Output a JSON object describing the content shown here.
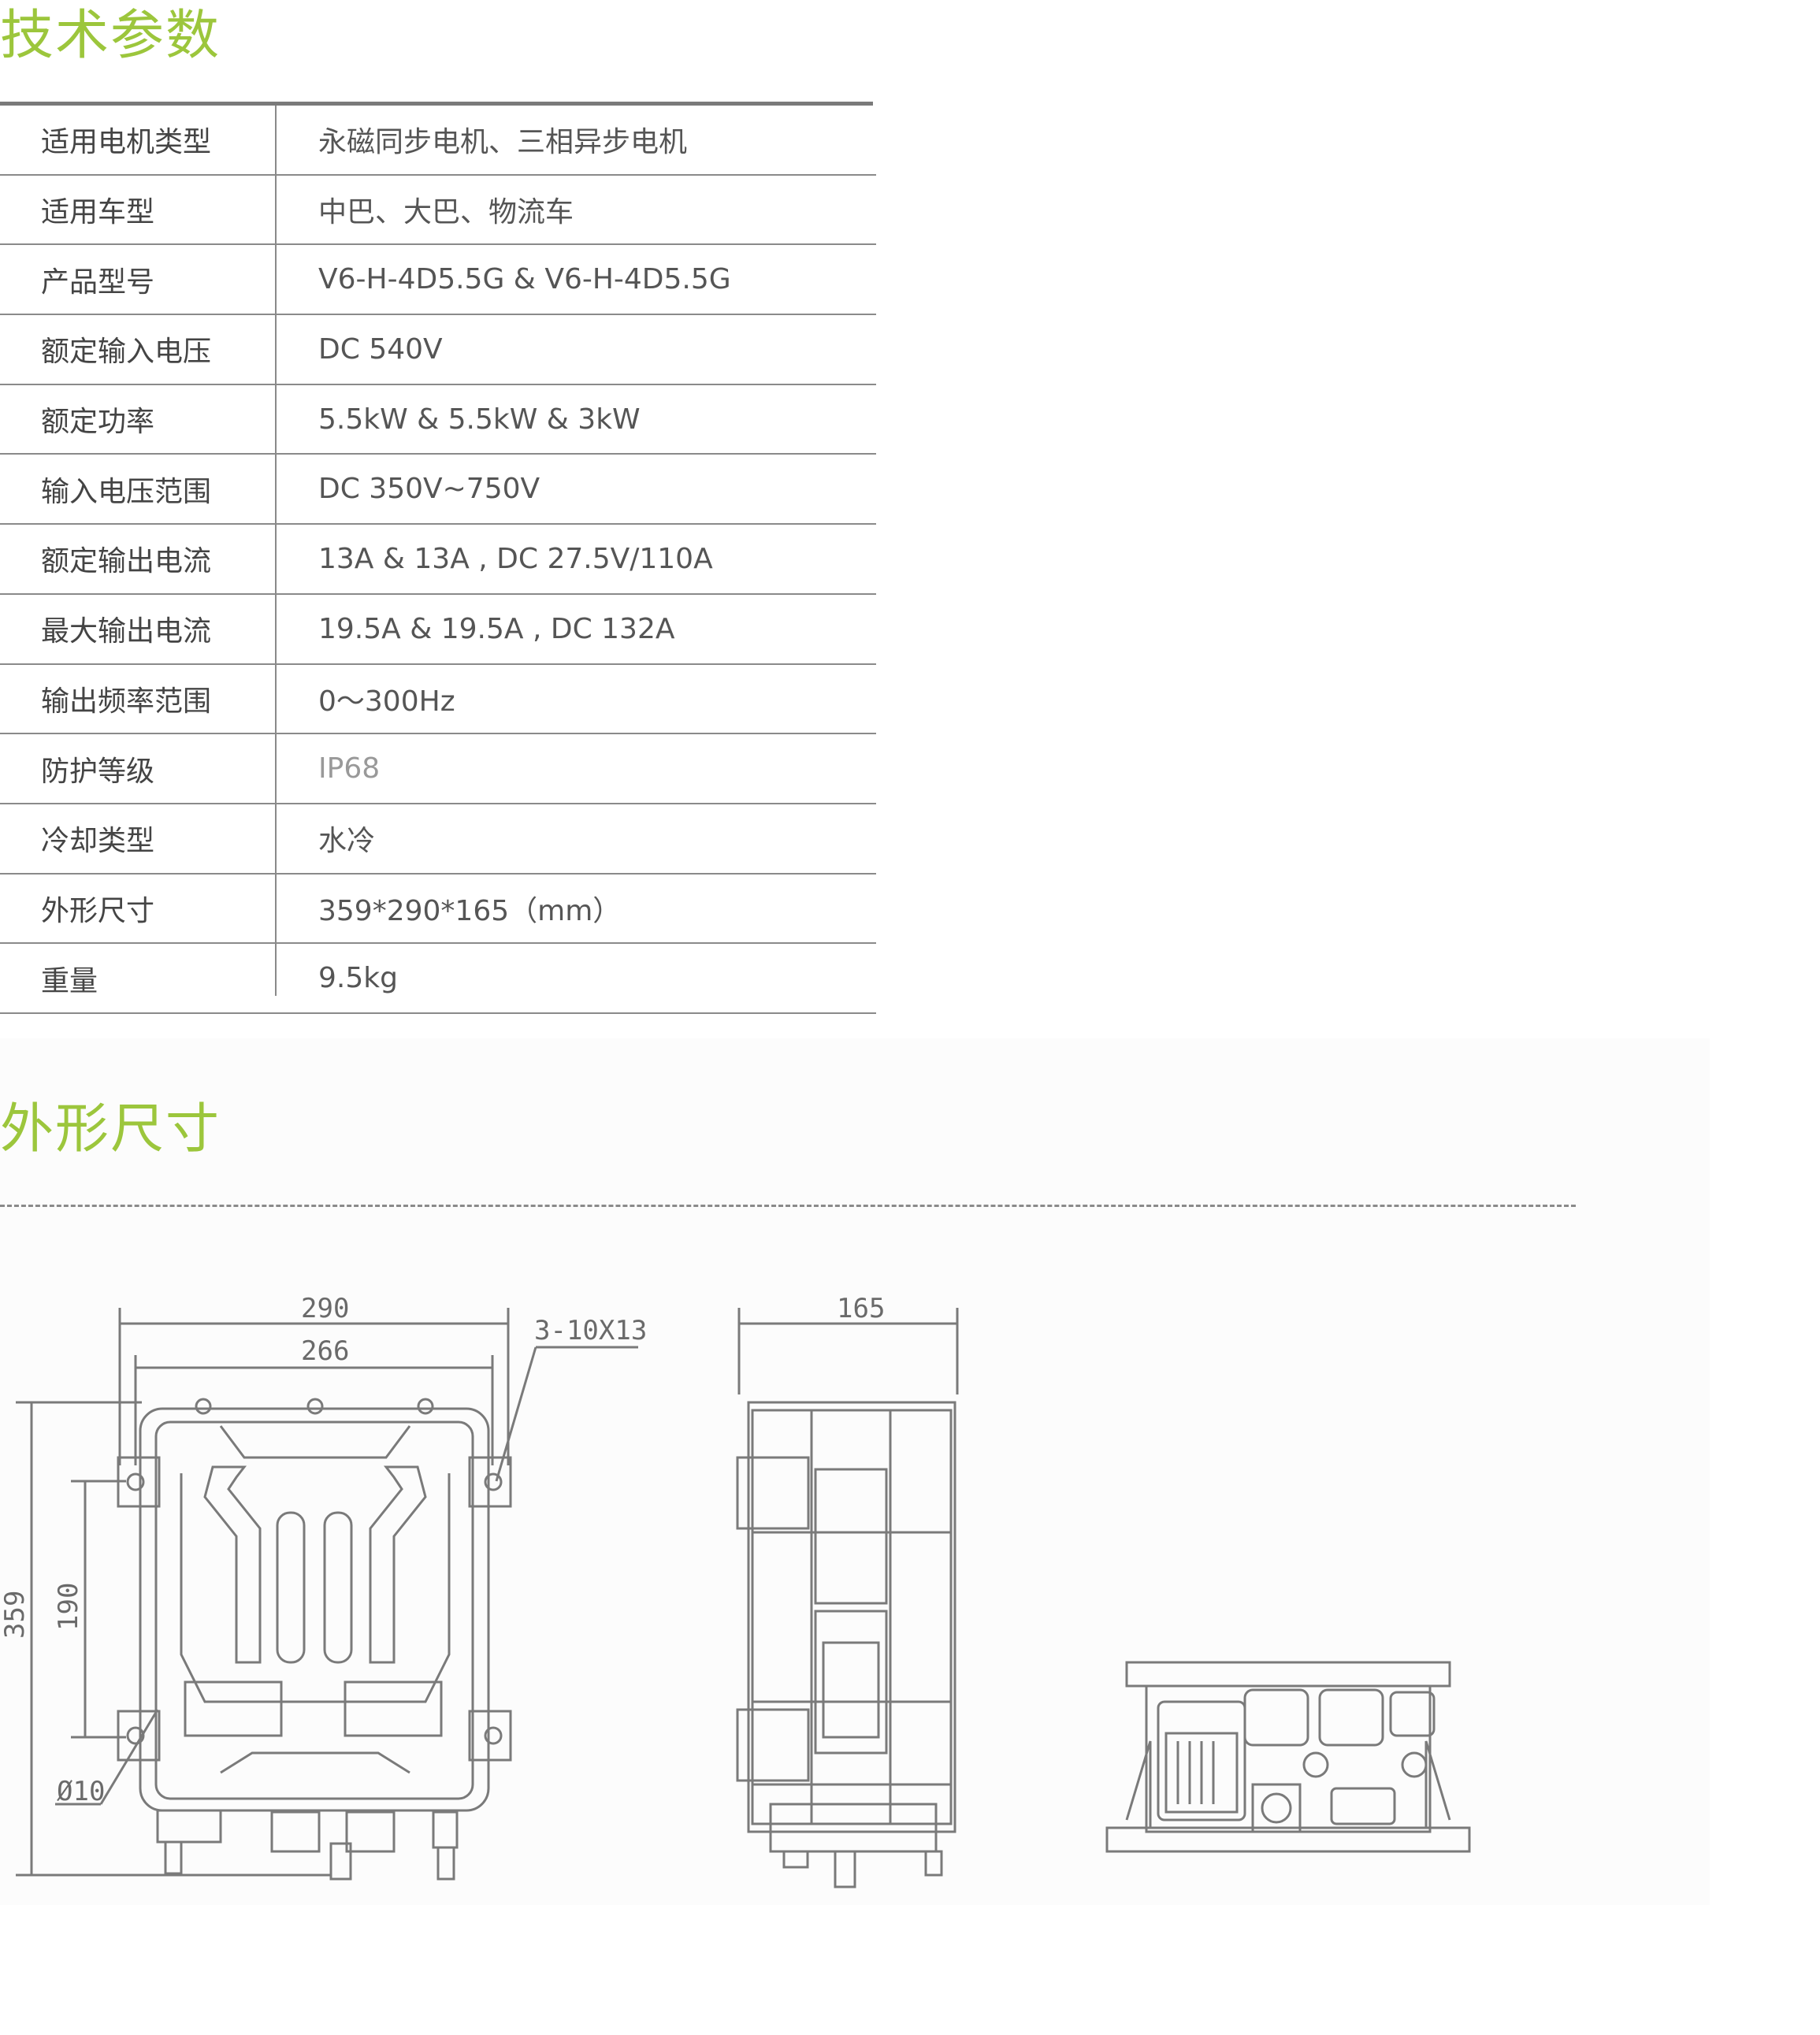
{
  "section1": {
    "title": "技术参数"
  },
  "specs": [
    {
      "label": "适用电机类型",
      "value": "永磁同步电机、三相异步电机"
    },
    {
      "label": "适用车型",
      "value": "中巴、大巴、物流车"
    },
    {
      "label": "产品型号",
      "value": "V6-H-4D5.5G & V6-H-4D5.5G"
    },
    {
      "label": "额定输入电压",
      "value": "DC  540V"
    },
    {
      "label": "额定功率",
      "value": "5.5kW & 5.5kW & 3kW"
    },
    {
      "label": "输入电压范围",
      "value": "DC  350V~750V"
    },
    {
      "label": "额定输出电流",
      "value": "13A & 13A , DC  27.5V/110A"
    },
    {
      "label": "最大输出电流",
      "value": "19.5A & 19.5A , DC 132A"
    },
    {
      "label": "输出频率范围",
      "value": "0～300Hz"
    },
    {
      "label": "防护等级",
      "value": "IP68"
    },
    {
      "label": "冷却类型",
      "value": "水冷"
    },
    {
      "label": "外形尺寸",
      "value": "359*290*165（mm）"
    },
    {
      "label": "重量",
      "value": "9.5kg"
    }
  ],
  "section2": {
    "title": "外形尺寸"
  },
  "drawing": {
    "dim_width_outer": "290",
    "dim_width_inner": "266",
    "dim_holes": "3-10X13",
    "dim_height_outer": "359",
    "dim_height_inner": "190",
    "dim_diameter": "Ø10",
    "dim_depth": "165"
  },
  "colors": {
    "accent": "#9cc63c",
    "line": "#8a8a8a",
    "text": "#4a4a4a"
  }
}
